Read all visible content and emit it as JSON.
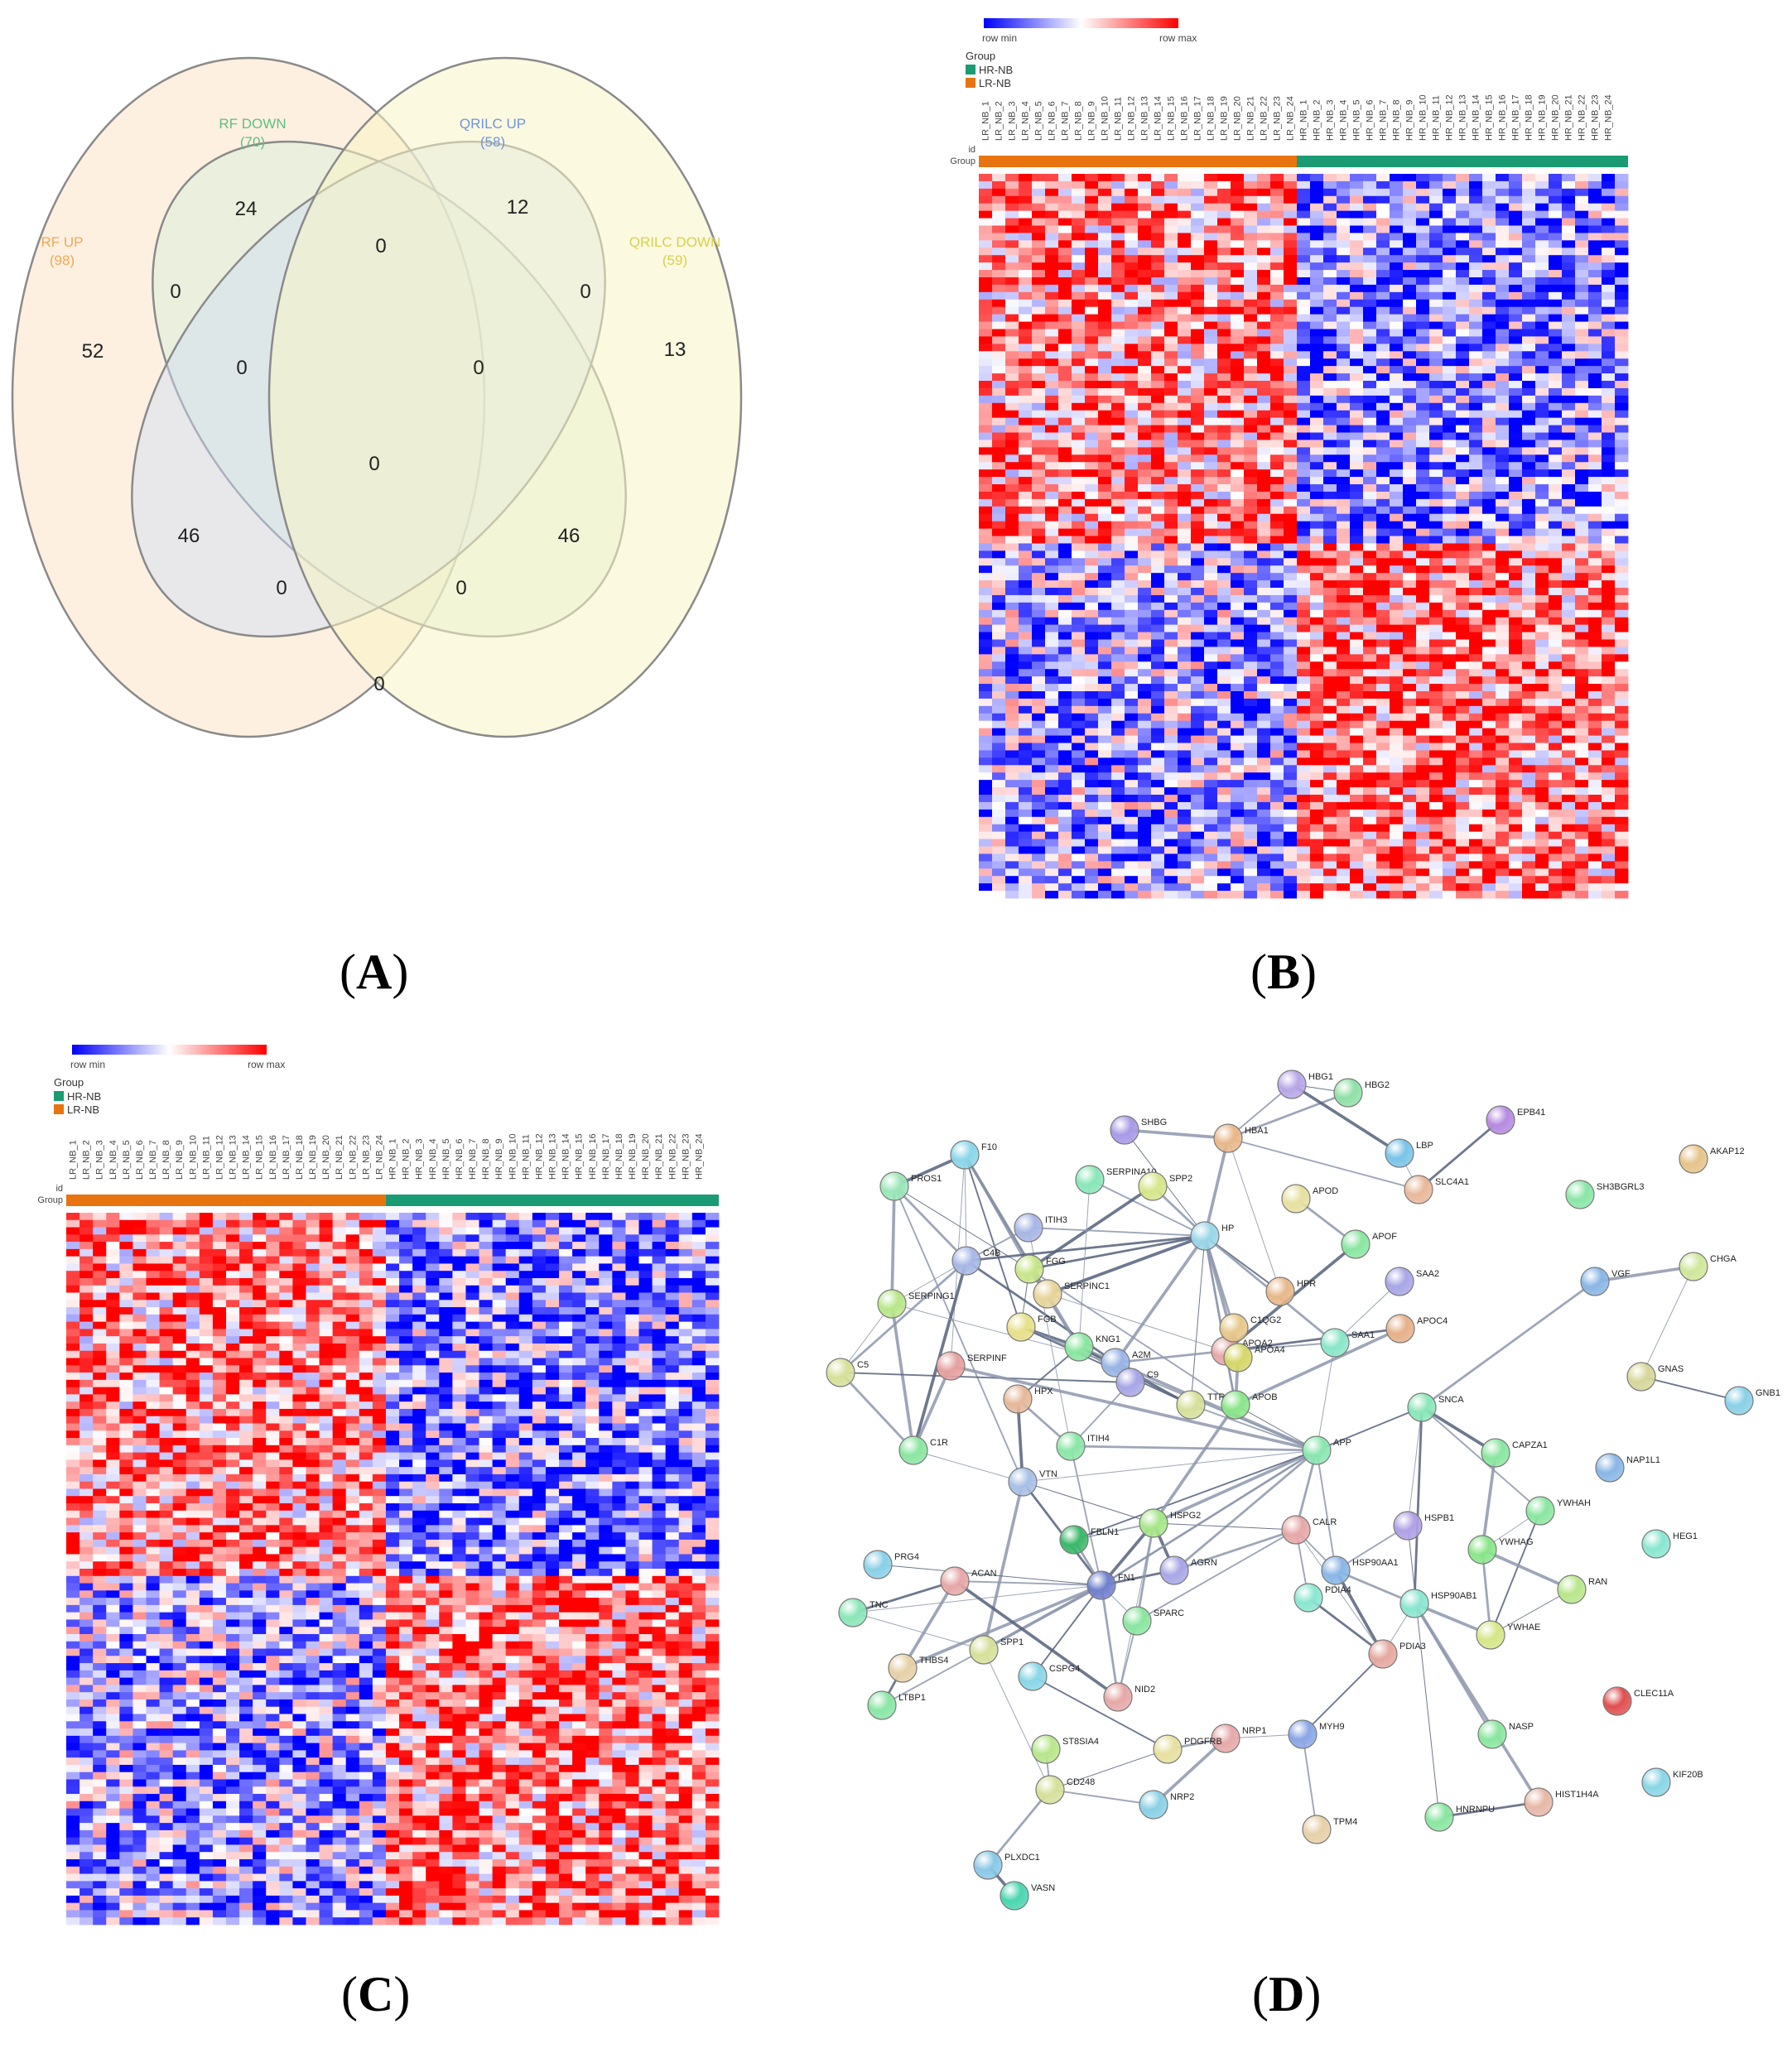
{
  "panels": {
    "A": {
      "label": "A",
      "sets": [
        {
          "name": "RF UP",
          "count": "(98)",
          "color": "#f0b36a",
          "fill": "#fbe3c8"
        },
        {
          "name": "RF DOWN",
          "count": "(70)",
          "color": "#6fc98a",
          "fill": "#d2f0d9"
        },
        {
          "name": "QRILC UP",
          "count": "(58)",
          "color": "#7d9ee8",
          "fill": "#cfdcf6"
        },
        {
          "name": "QRILC DOWN",
          "count": "(59)",
          "color": "#e6e070",
          "fill": "#f7f4c4"
        }
      ],
      "regions": {
        "rf_up_only": "52",
        "rf_down_only": "24",
        "qrilc_up_only": "12",
        "qrilc_down_only": "13",
        "rfu_rfd": "0",
        "rfd_qu": "0",
        "qu_qd": "0",
        "rfu_rfd_qu": "0",
        "rfd_qu_qd": "0",
        "all": "0",
        "rfu_qu": "46",
        "rfd_qd": "46",
        "rfu_qu_qd": "0",
        "rfu_rfd_qd": "0",
        "rfu_qd": "0"
      }
    },
    "B": {
      "label": "B",
      "legend": {
        "row_min": "row min",
        "row_max": "row max",
        "group_title": "Group",
        "groups": [
          {
            "name": "HR-NB",
            "color": "#1a9b73"
          },
          {
            "name": "LR-NB",
            "color": "#e8740f"
          }
        ]
      },
      "row_labels": {
        "id": "id",
        "group": "Group"
      },
      "samples_lr": [
        "LR_NB_1",
        "LR_NB_2",
        "LR_NB_3",
        "LR_NB_4",
        "LR_NB_5",
        "LR_NB_6",
        "LR_NB_7",
        "LR_NB_8",
        "LR_NB_9",
        "LR_NB_10",
        "LR_NB_11",
        "LR_NB_12",
        "LR_NB_13",
        "LR_NB_14",
        "LR_NB_15",
        "LR_NB_16",
        "LR_NB_17",
        "LR_NB_18",
        "LR_NB_19",
        "LR_NB_20",
        "LR_NB_21",
        "LR_NB_22",
        "LR_NB_23",
        "LR_NB_24"
      ],
      "samples_hr": [
        "HR_NB_1",
        "HR_NB_2",
        "HR_NB_3",
        "HR_NB_4",
        "HR_NB_5",
        "HR_NB_6",
        "HR_NB_7",
        "HR_NB_8",
        "HR_NB_9",
        "HR_NB_10",
        "HR_NB_11",
        "HR_NB_12",
        "HR_NB_13",
        "HR_NB_14",
        "HR_NB_15",
        "HR_NB_16",
        "HR_NB_17",
        "HR_NB_18",
        "HR_NB_19",
        "HR_NB_20",
        "HR_NB_21",
        "HR_NB_22",
        "HR_NB_23",
        "HR_NB_24"
      ],
      "rows": 98,
      "cols": 49
    },
    "C": {
      "label": "C",
      "legend": {
        "row_min": "row min",
        "row_max": "row max",
        "group_title": "Group",
        "groups": [
          {
            "name": "HR-NB",
            "color": "#1a9b73"
          },
          {
            "name": "LR-NB",
            "color": "#e8740f"
          }
        ]
      },
      "row_labels": {
        "id": "id",
        "group": "Group"
      },
      "samples_lr": [
        "LR_NB_1",
        "LR_NB_2",
        "LR_NB_3",
        "LR_NB_4",
        "LR_NB_5",
        "LR_NB_6",
        "LR_NB_7",
        "LR_NB_8",
        "LR_NB_9",
        "LR_NB_10",
        "LR_NB_11",
        "LR_NB_12",
        "LR_NB_13",
        "LR_NB_14",
        "LR_NB_15",
        "LR_NB_16",
        "LR_NB_17",
        "LR_NB_18",
        "LR_NB_19",
        "LR_NB_20",
        "LR_NB_21",
        "LR_NB_22",
        "LR_NB_23",
        "LR_NB_24"
      ],
      "samples_hr": [
        "HR_NB_1",
        "HR_NB_2",
        "HR_NB_3",
        "HR_NB_4",
        "HR_NB_5",
        "HR_NB_6",
        "HR_NB_7",
        "HR_NB_8",
        "HR_NB_9",
        "HR_NB_10",
        "HR_NB_11",
        "HR_NB_12",
        "HR_NB_13",
        "HR_NB_14",
        "HR_NB_15",
        "HR_NB_16",
        "HR_NB_17",
        "HR_NB_18",
        "HR_NB_19",
        "HR_NB_20",
        "HR_NB_21",
        "HR_NB_22",
        "HR_NB_23",
        "HR_NB_24"
      ],
      "rows": 98,
      "cols": 49
    },
    "D": {
      "label": "D",
      "nodes": [
        {
          "id": "HBG1",
          "color": "#b8a6e8"
        },
        {
          "id": "HBG2",
          "color": "#8fe0a6"
        },
        {
          "id": "EPB41",
          "color": "#b58ae0"
        },
        {
          "id": "SHBG",
          "color": "#a89ae6"
        },
        {
          "id": "HBA1",
          "color": "#e8b88a"
        },
        {
          "id": "LBP",
          "color": "#7ac4e8"
        },
        {
          "id": "AKAP12",
          "color": "#e6c48a"
        },
        {
          "id": "F10",
          "color": "#8ad6e8"
        },
        {
          "id": "SERPINA10",
          "color": "#8ae6b8"
        },
        {
          "id": "SPP2",
          "color": "#d6e68a"
        },
        {
          "id": "SLC4A1",
          "color": "#e8b89a"
        },
        {
          "id": "SH3BGRL3",
          "color": "#8ae6a6"
        },
        {
          "id": "PROS1",
          "color": "#9ae6b8"
        },
        {
          "id": "ITIH3",
          "color": "#a8b6e6"
        },
        {
          "id": "APOD",
          "color": "#e6e0a0"
        },
        {
          "id": "C4B",
          "color": "#a8b8e6"
        },
        {
          "id": "FGG",
          "color": "#c8e68a"
        },
        {
          "id": "HP",
          "color": "#9ad6e8"
        },
        {
          "id": "APOF",
          "color": "#8ae6a0"
        },
        {
          "id": "VGF",
          "color": "#8ab6e6"
        },
        {
          "id": "CHGA",
          "color": "#d0e69a"
        },
        {
          "id": "SERPING1",
          "color": "#b8e68a"
        },
        {
          "id": "SERPINC1",
          "color": "#e6d49a"
        },
        {
          "id": "HPR",
          "color": "#e8b88a"
        },
        {
          "id": "SAA2",
          "color": "#a8a6e6"
        },
        {
          "id": "FGB",
          "color": "#e6e08a"
        },
        {
          "id": "KNG1",
          "color": "#8ae6a0"
        },
        {
          "id": "APOA2",
          "color": "#e6a8a8"
        },
        {
          "id": "C1QG2",
          "color": "#e6c88a"
        },
        {
          "id": "APOA4",
          "color": "#d6d66a"
        },
        {
          "id": "SAA1",
          "color": "#8ae6c8"
        },
        {
          "id": "APOC4",
          "color": "#e6b08a"
        },
        {
          "id": "C5",
          "color": "#d6e09a"
        },
        {
          "id": "SERPINF",
          "color": "#e6a0a0"
        },
        {
          "id": "A2M",
          "color": "#9ab6e6"
        },
        {
          "id": "C9",
          "color": "#a8a6e6"
        },
        {
          "id": "TTR",
          "color": "#d6e09a"
        },
        {
          "id": "APOB",
          "color": "#8ae68a"
        },
        {
          "id": "GNAS",
          "color": "#d6d69a"
        },
        {
          "id": "GNB1",
          "color": "#8ad0e6"
        },
        {
          "id": "HPX",
          "color": "#e6b89a"
        },
        {
          "id": "ITIH4",
          "color": "#8ae6a6"
        },
        {
          "id": "SNCA",
          "color": "#8ae6b8"
        },
        {
          "id": "C1R",
          "color": "#8ae6a0"
        },
        {
          "id": "APP",
          "color": "#8ae6b0"
        },
        {
          "id": "CAPZA1",
          "color": "#8ae6a0"
        },
        {
          "id": "NAP1L1",
          "color": "#8ab6e6"
        },
        {
          "id": "VTN",
          "color": "#a8c0e6"
        },
        {
          "id": "FBLN1",
          "color": "#3ab86a"
        },
        {
          "id": "HSPG2",
          "color": "#a6e68a"
        },
        {
          "id": "CALR",
          "color": "#e6a8a8"
        },
        {
          "id": "HSPB1",
          "color": "#b0a0e6"
        },
        {
          "id": "YWHAH",
          "color": "#8ae6a0"
        },
        {
          "id": "PRG4",
          "color": "#8ad0e6"
        },
        {
          "id": "ACAN",
          "color": "#e6a8a8"
        },
        {
          "id": "FN1",
          "color": "#7080cc"
        },
        {
          "id": "AGRN",
          "color": "#a8a6e6"
        },
        {
          "id": "HSP90AA1",
          "color": "#8ab6e6"
        },
        {
          "id": "YWHAG",
          "color": "#8ae68a"
        },
        {
          "id": "HEG1",
          "color": "#8ae6d0"
        },
        {
          "id": "TNC",
          "color": "#8ae6b8"
        },
        {
          "id": "SPARC",
          "color": "#8ae6a0"
        },
        {
          "id": "PDIA4",
          "color": "#8ae6d0"
        },
        {
          "id": "HSP90AB1",
          "color": "#8ae6d0"
        },
        {
          "id": "RAN",
          "color": "#b8e68a"
        },
        {
          "id": "THBS4",
          "color": "#e6d0a8"
        },
        {
          "id": "SPP1",
          "color": "#d6e09a"
        },
        {
          "id": "PDIA3",
          "color": "#e6a8a0"
        },
        {
          "id": "YWHAE",
          "color": "#d6e68a"
        },
        {
          "id": "CSPG4",
          "color": "#8ad6e6"
        },
        {
          "id": "LTBP1",
          "color": "#8ae6a6"
        },
        {
          "id": "NID2",
          "color": "#e6a8a8"
        },
        {
          "id": "CLEC11A",
          "color": "#e05050"
        },
        {
          "id": "NASP",
          "color": "#8ae6a0"
        },
        {
          "id": "MYH9",
          "color": "#8aa6e6"
        },
        {
          "id": "NRP1",
          "color": "#e6a8a8"
        },
        {
          "id": "PDGFRB",
          "color": "#e6e0a0"
        },
        {
          "id": "ST8SIA4",
          "color": "#b8e68a"
        },
        {
          "id": "KIF20B",
          "color": "#8ad6e6"
        },
        {
          "id": "CD248",
          "color": "#d6e09a"
        },
        {
          "id": "NRP2",
          "color": "#8ad0e6"
        },
        {
          "id": "HNRNPU",
          "color": "#8ae6a0"
        },
        {
          "id": "HIST1H4A",
          "color": "#e6b8a8"
        },
        {
          "id": "TPM4",
          "color": "#e6d0a8"
        },
        {
          "id": "PLXDC1",
          "color": "#8ac8e6"
        },
        {
          "id": "VASN",
          "color": "#4ad6b0"
        }
      ]
    }
  }
}
